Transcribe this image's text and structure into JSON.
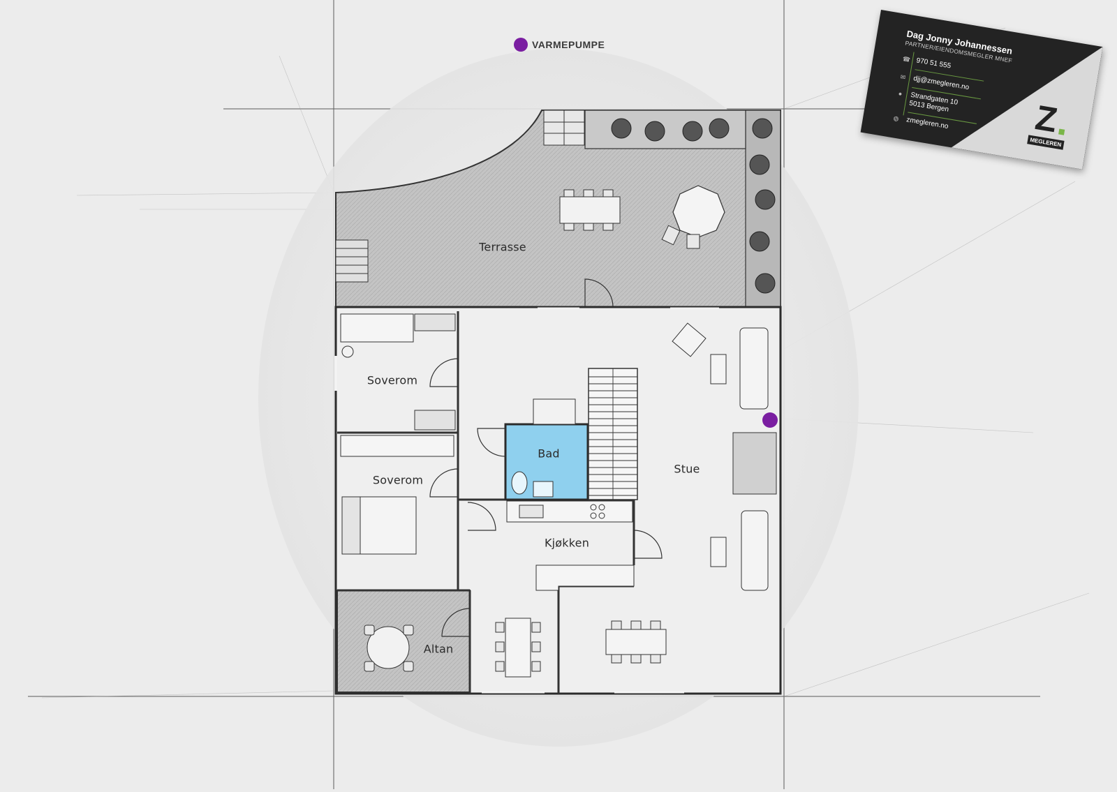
{
  "legend": {
    "label": "VARMEPUMPE",
    "color": "#7a1ea1"
  },
  "rooms": {
    "terrasse": "Terrasse",
    "soverom_1": "Soverom",
    "soverom_2": "Soverom",
    "bad": "Bad",
    "stue": "Stue",
    "kjokken": "Kjøkken",
    "altan": "Altan"
  },
  "card": {
    "name": "Dag Jonny Johannessen",
    "role": "PARTNER/EIENDOMSMEGLER MNEF",
    "phone": "970 51 555",
    "email": "djj@zmegleren.no",
    "address_line1": "Strandgaten 10",
    "address_line2": "5013 Bergen",
    "web": "zmegleren.no",
    "logo_letter": "Z",
    "logo_text": "MEGLEREN",
    "icons": [
      "phone-icon",
      "mail-icon",
      "location-pin-icon",
      "globe-icon"
    ],
    "accent": "#7ab648"
  },
  "colors": {
    "outdoor_fill": "#bdbdbd",
    "indoor_fill": "#efefef",
    "bath_fill": "#8fd0ee",
    "wall": "#333333"
  }
}
